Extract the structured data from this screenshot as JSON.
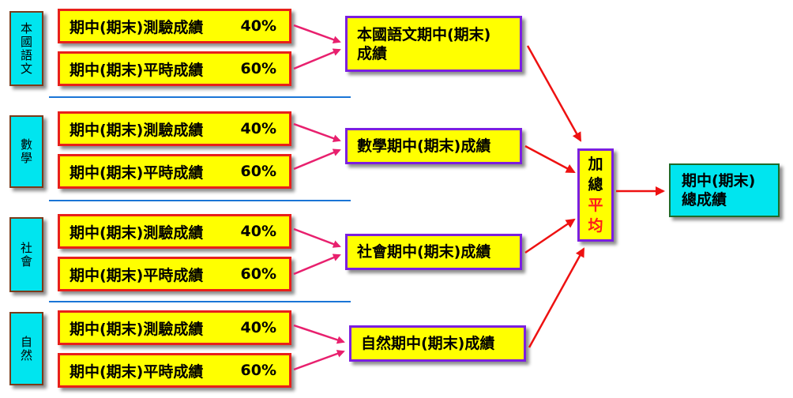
{
  "subjects": [
    {
      "label": "本國語文",
      "summary_label": "本國語文期中(期末)\n成績"
    },
    {
      "label": "數學",
      "summary_label": "數學期中(期末)成績"
    },
    {
      "label": "社會",
      "summary_label": "社會期中(期末)成績"
    },
    {
      "label": "自然",
      "summary_label": "自然期中(期末)成績"
    }
  ],
  "components": {
    "test_label": "期中(期末)測驗成績",
    "test_pct": "40%",
    "daily_label": "期中(期末)平時成績",
    "daily_pct": "60%"
  },
  "average": {
    "line1": "加",
    "line2": "總",
    "line3": "平",
    "line4": "均",
    "color_black": "#000000",
    "color_red": "#ff1a1a"
  },
  "total": {
    "label": "期中(期末)\n總成績"
  },
  "colors": {
    "cyan": "#00e5ef",
    "yellow": "#ffff00",
    "red_border": "#e8201a",
    "purple_border": "#7b1fe0",
    "arrow_pink": "#e8206e",
    "arrow_red": "#ee1111",
    "separator": "#1a75d6"
  }
}
